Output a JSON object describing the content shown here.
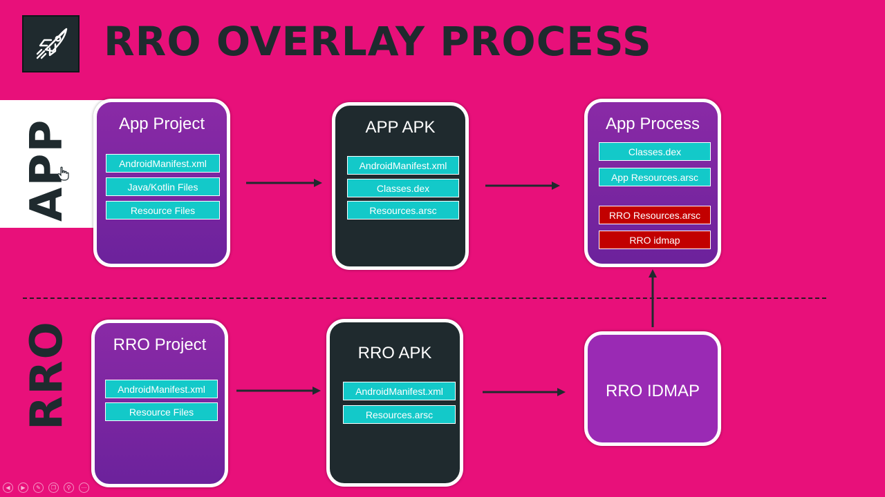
{
  "header": {
    "title": "RRO OVERLAY PROCESS",
    "logo_icon": "rocket-icon"
  },
  "sections": {
    "app_label": "APP",
    "rro_label": "RRO"
  },
  "boxes": {
    "app_project": {
      "title": "App Project",
      "items": [
        "AndroidManifest.xml",
        "Java/Kotlin Files",
        "Resource Files"
      ]
    },
    "app_apk": {
      "title": "APP APK",
      "items": [
        "AndroidManifest.xml",
        "Classes.dex",
        "Resources.arsc"
      ]
    },
    "app_process": {
      "title": "App Process",
      "items": [
        "Classes.dex",
        "App Resources.arsc",
        "RRO Resources.arsc",
        "RRO idmap"
      ]
    },
    "rro_project": {
      "title": "RRO Project",
      "items": [
        "AndroidManifest.xml",
        "Resource Files"
      ]
    },
    "rro_apk": {
      "title": "RRO APK",
      "items": [
        "AndroidManifest.xml",
        "Resources.arsc"
      ]
    },
    "rro_idmap": {
      "title": "RRO IDMAP"
    }
  },
  "colors": {
    "background": "#e8107a",
    "dark": "#1f2a2e",
    "purple": "#6c229c",
    "teal": "#13c9c9",
    "red": "#c20000",
    "white": "#ffffff"
  },
  "controls": [
    "prev-icon",
    "next-icon",
    "pen-icon",
    "copy-icon",
    "zoom-icon",
    "more-icon"
  ]
}
